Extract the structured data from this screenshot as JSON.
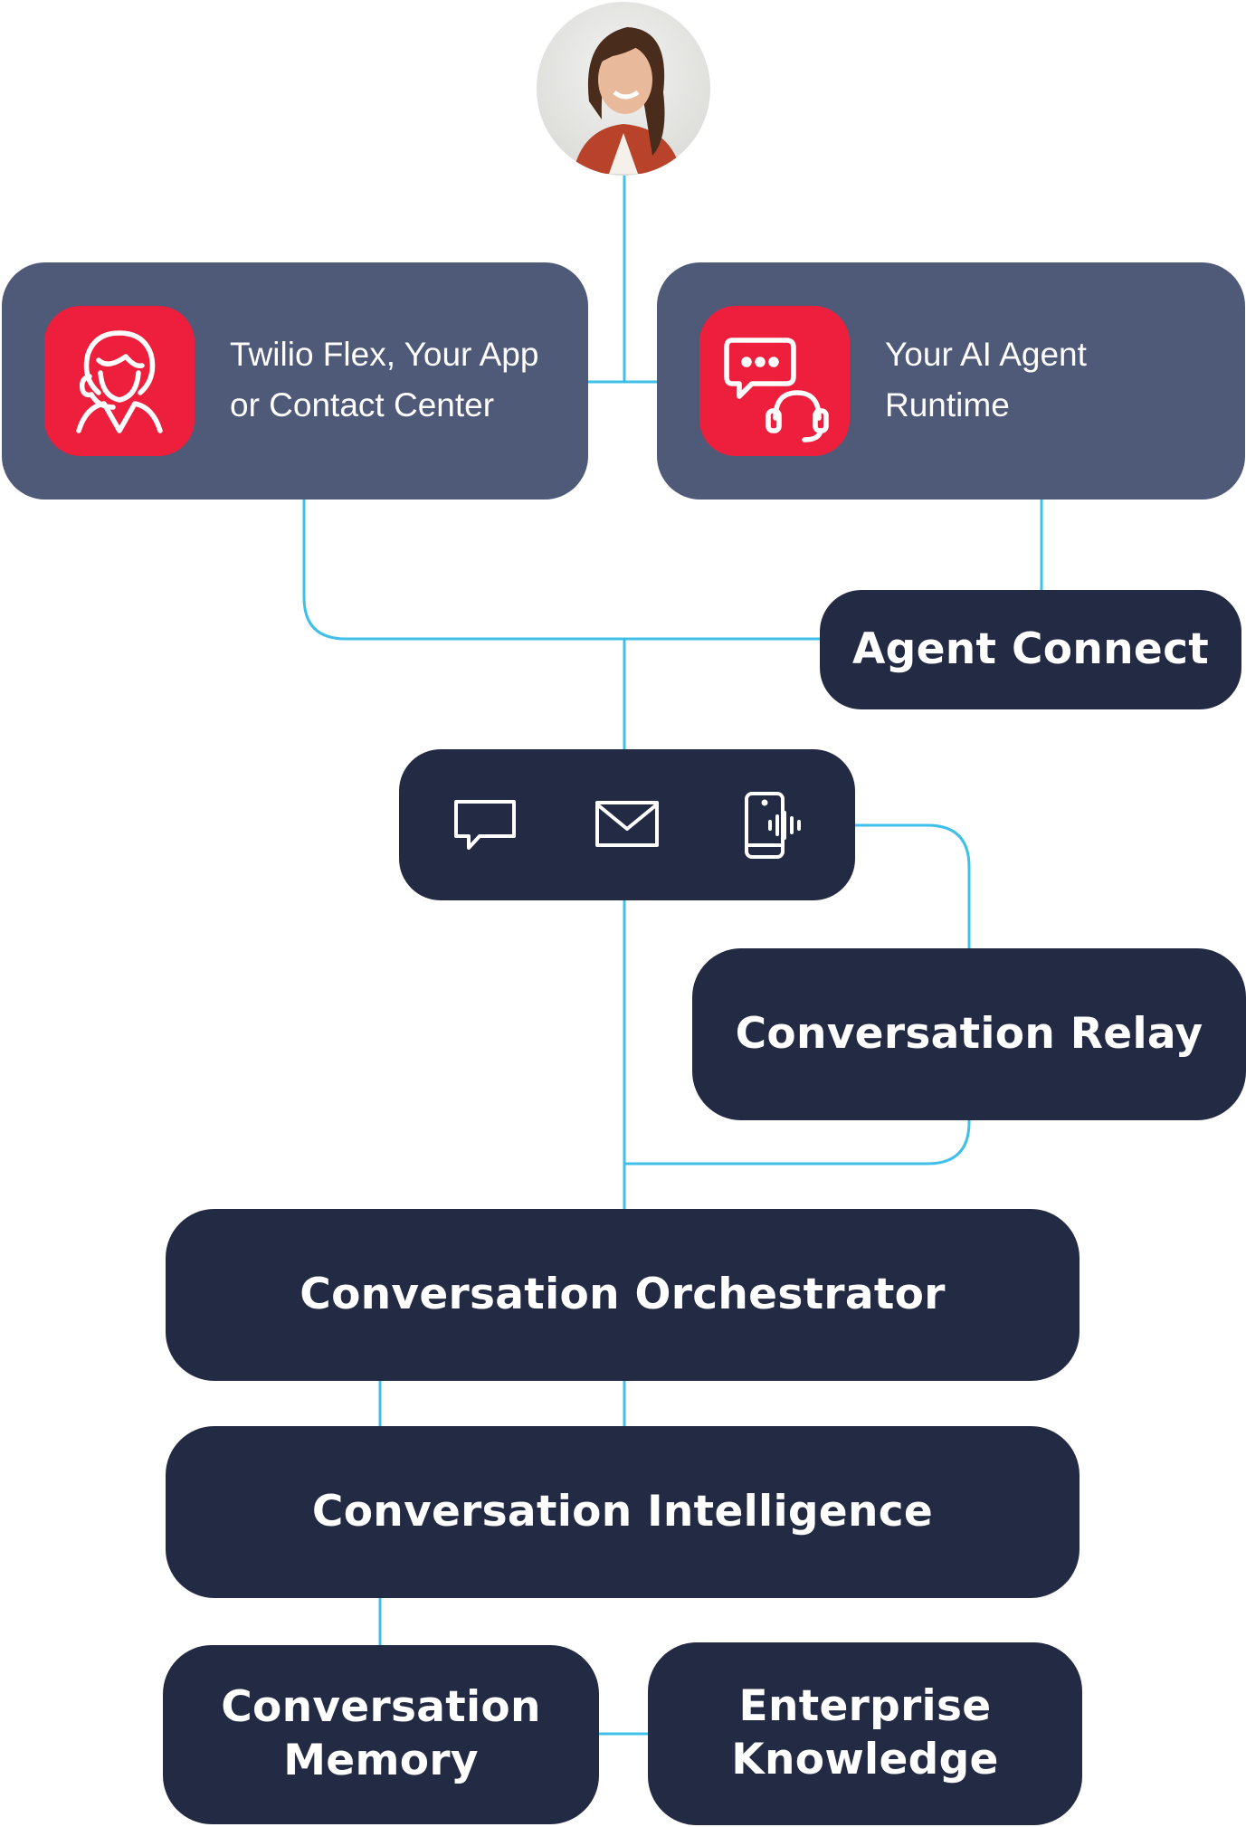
{
  "flex_box": {
    "line1": "Twilio Flex, Your App",
    "line2": "or Contact Center"
  },
  "ai_box": {
    "line1": "Your AI Agent",
    "line2": "Runtime"
  },
  "agent_connect": "Agent Connect",
  "conversation_relay": "Conversation Relay",
  "conversation_orchestrator": "Conversation Orchestrator",
  "conversation_intelligence": "Conversation Intelligence",
  "conversation_memory": {
    "line1": "Conversation",
    "line2": "Memory"
  },
  "enterprise_knowledge": {
    "line1": "Enterprise",
    "line2": "Knowledge"
  },
  "icons": [
    "person-headset-icon",
    "chat-headset-icon",
    "chat-bubble-icon",
    "mail-icon",
    "phone-voice-icon"
  ],
  "colors": {
    "connector": "#3fc0e8",
    "dark_box": "#232a43",
    "slate_box": "#4f5978",
    "accent": "#ee1f3d"
  }
}
